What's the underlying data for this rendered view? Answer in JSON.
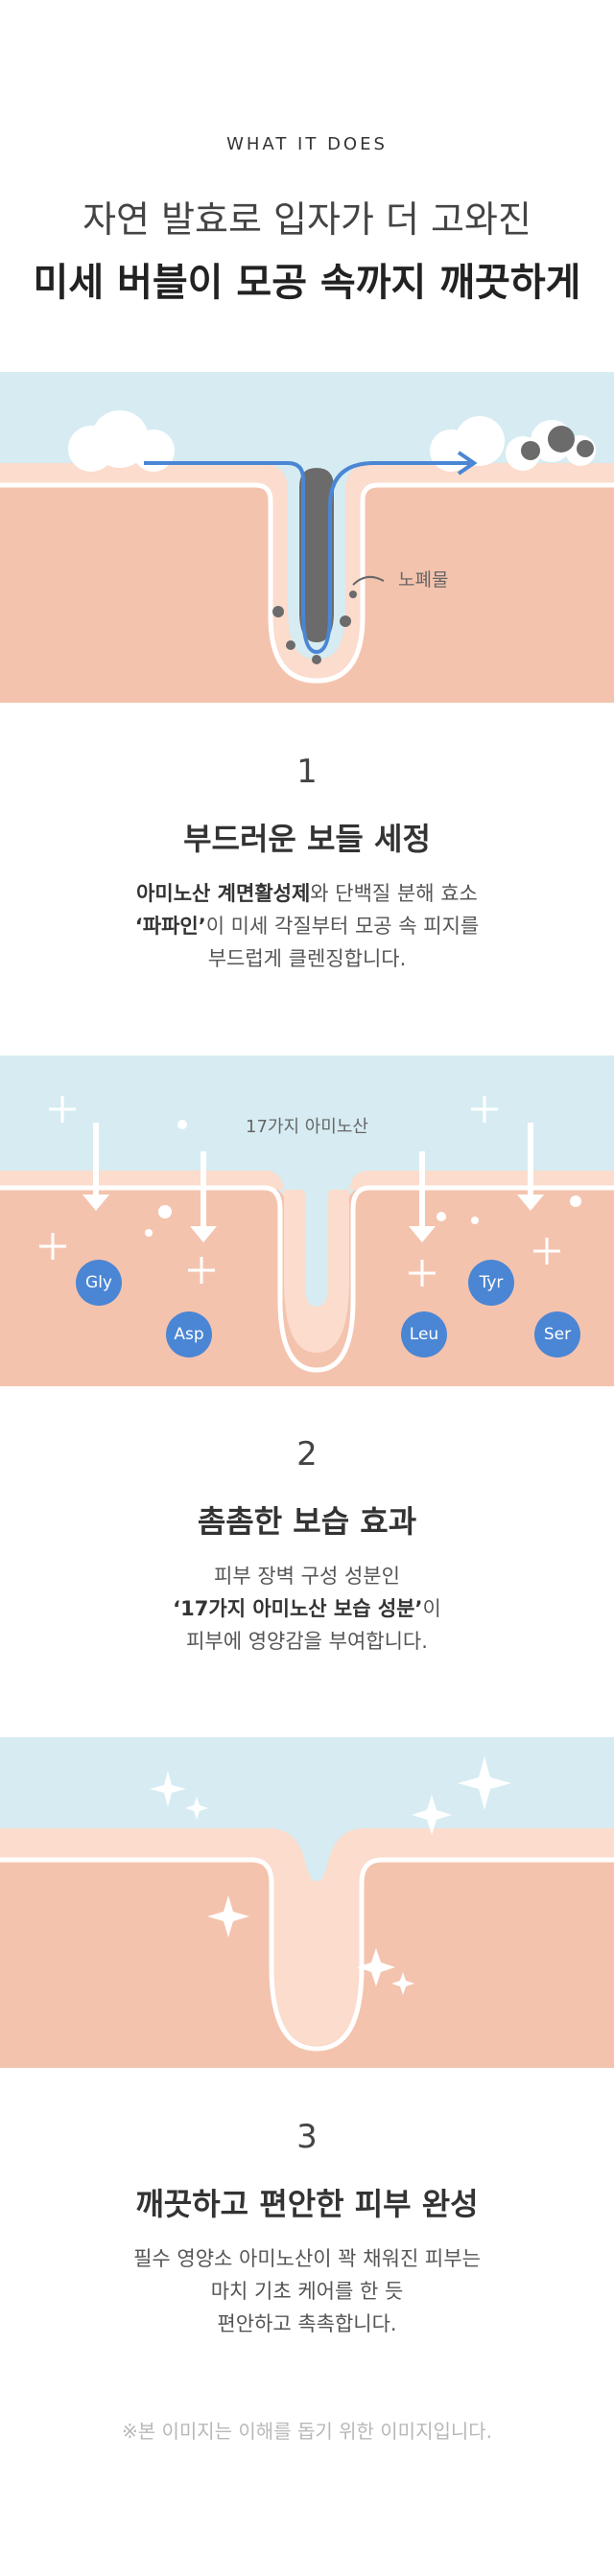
{
  "header": {
    "eyebrow": "WHAT IT DOES",
    "line1": "자연 발효로 입자가 더 고와진",
    "line2": "미세 버블이 모공 속까지 깨끗하게"
  },
  "section1": {
    "label": "노폐물",
    "number": "1",
    "title": "부드러운 보들 세정",
    "desc": [
      {
        "strong": "아미노산 계면활성제",
        "text": "와 단백질 분해 효소"
      },
      {
        "strong": "‘파파인’",
        "text": "이 미세 각질부터 모공 속 피지를"
      },
      {
        "strong": "",
        "text": "부드럽게 클렌징합니다."
      }
    ]
  },
  "section2": {
    "label": "17가지 아미노산",
    "badges": [
      "Gly",
      "Asp",
      "Leu",
      "Tyr",
      "Ser"
    ],
    "number": "2",
    "title": "촘촘한 보습 효과",
    "desc": [
      {
        "strong": "",
        "text": "피부 장벽 구성 성분인"
      },
      {
        "strong": "‘17가지 아미노산 보습 성분’",
        "text": "이"
      },
      {
        "strong": "",
        "text": "피부에 영양감을 부여합니다."
      }
    ]
  },
  "section3": {
    "number": "3",
    "title": "깨끗하고 편안한 피부 완성",
    "desc": [
      {
        "strong": "",
        "text": "필수 영양소 아미노산이 꽉 채워진 피부는"
      },
      {
        "strong": "",
        "text": "마치 기초 케어를 한 듯"
      },
      {
        "strong": "",
        "text": "편안하고 촉촉합니다."
      }
    ]
  },
  "footnote": "※본 이미지는 이해를 돕기 위한 이미지입니다.",
  "colors": {
    "sky": "#d6ecf2",
    "skin": "#f4c3ae",
    "skin_light": "#fbdccd",
    "accent": "#4a86d4",
    "debris": "#6b6b6b"
  }
}
